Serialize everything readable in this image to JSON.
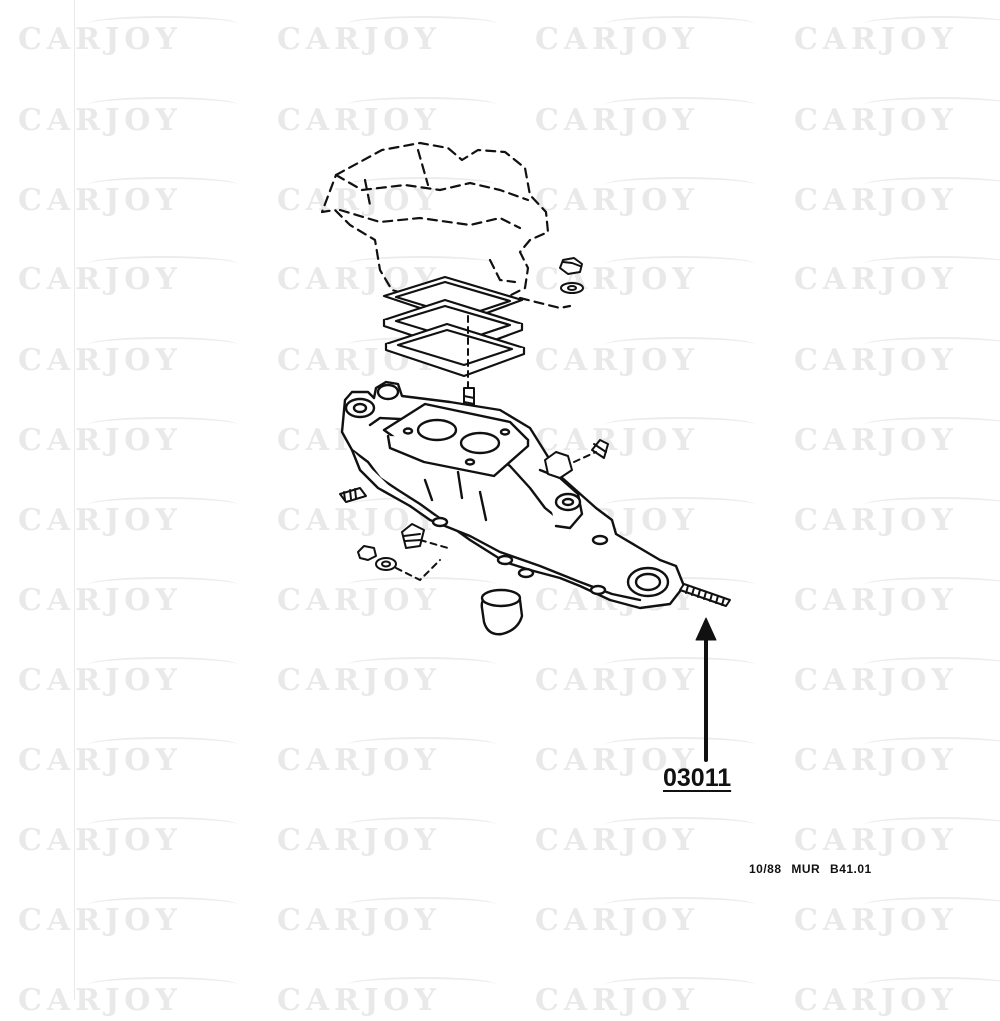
{
  "watermark": {
    "text": "CARJOY"
  },
  "callout": {
    "part_number": "03011"
  },
  "footer": {
    "reference": "10/88  MUR  B41.01"
  },
  "colors": {
    "ink": "#111111",
    "watermark": "#e9e9e9",
    "paper": "#ffffff"
  }
}
